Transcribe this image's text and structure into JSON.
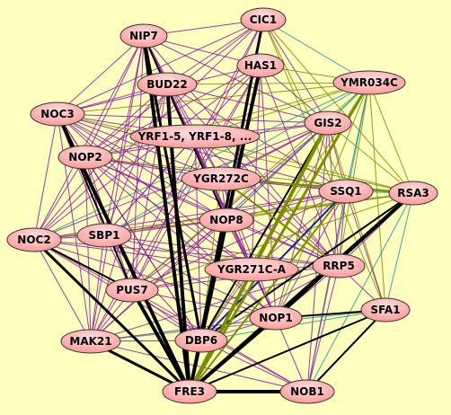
{
  "colors": {
    "background": "#ffffc0",
    "node_fill": "#ff9a9a",
    "node_highlight": "#ffe0e0",
    "edge_purple": "#8b1a9b",
    "edge_olive": "#7a8c00",
    "edge_teal": "#2a8f8f",
    "edge_black": "#000000",
    "edge_navy": "#1a1aa0"
  },
  "nodes": [
    {
      "id": "NIP7",
      "label": "NIP7"
    },
    {
      "id": "CIC1",
      "label": "CIC1"
    },
    {
      "id": "HAS1",
      "label": "HAS1"
    },
    {
      "id": "BUD22",
      "label": "BUD22"
    },
    {
      "id": "YMR034C",
      "label": "YMR034C"
    },
    {
      "id": "NOC3",
      "label": "NOC3"
    },
    {
      "id": "GIS2",
      "label": "GIS2"
    },
    {
      "id": "YRF1",
      "label": "YRF1-5, YRF1-8, ..."
    },
    {
      "id": "NOP2",
      "label": "NOP2"
    },
    {
      "id": "YGR272C",
      "label": "YGR272C"
    },
    {
      "id": "SSQ1",
      "label": "SSQ1"
    },
    {
      "id": "RSA3",
      "label": "RSA3"
    },
    {
      "id": "NOP8",
      "label": "NOP8"
    },
    {
      "id": "NOC2",
      "label": "NOC2"
    },
    {
      "id": "SBP1",
      "label": "SBP1"
    },
    {
      "id": "RRP5",
      "label": "RRP5"
    },
    {
      "id": "YGR271CA",
      "label": "YGR271C-A"
    },
    {
      "id": "PUS7",
      "label": "PUS7"
    },
    {
      "id": "SFA1",
      "label": "SFA1"
    },
    {
      "id": "NOP1",
      "label": "NOP1"
    },
    {
      "id": "MAK21",
      "label": "MAK21"
    },
    {
      "id": "DBP6",
      "label": "DBP6"
    },
    {
      "id": "FRE3",
      "label": "FRE3"
    },
    {
      "id": "NOB1",
      "label": "NOB1"
    }
  ],
  "edges": [
    [
      "NIP7",
      "FRE3",
      "black",
      4
    ],
    [
      "BUD22",
      "FRE3",
      "black",
      4
    ],
    [
      "HAS1",
      "FRE3",
      "black",
      4
    ],
    [
      "CIC1",
      "FRE3",
      "black",
      3
    ],
    [
      "NOC3",
      "FRE3",
      "black",
      4
    ],
    [
      "PUS7",
      "FRE3",
      "black",
      4
    ],
    [
      "NOC2",
      "FRE3",
      "black",
      3
    ],
    [
      "MAK21",
      "FRE3",
      "black",
      3
    ],
    [
      "DBP6",
      "FRE3",
      "black",
      2
    ],
    [
      "FRE3",
      "NOB1",
      "black",
      4
    ],
    [
      "FRE3",
      "NOP1",
      "black",
      3
    ],
    [
      "FRE3",
      "RSA3",
      "black",
      4
    ],
    [
      "FRE3",
      "SFA1",
      "black",
      2
    ],
    [
      "NIP7",
      "DBP6",
      "black",
      3
    ],
    [
      "HAS1",
      "DBP6",
      "black",
      3
    ],
    [
      "NOP1",
      "RSA3",
      "black",
      3
    ],
    [
      "NOP1",
      "SFA1",
      "black",
      2
    ],
    [
      "DBP6",
      "RSA3",
      "black",
      2
    ],
    [
      "NOC3",
      "PUS7",
      "black",
      2
    ],
    [
      "NOC2",
      "PUS7",
      "black",
      2
    ],
    [
      "NOB1",
      "SFA1",
      "black",
      2
    ],
    [
      "GIS2",
      "DBP6",
      "black",
      2
    ],
    [
      "HAS1",
      "NOP8",
      "black",
      2
    ],
    [
      "NIP7",
      "NOP8",
      "black",
      2
    ],
    [
      "DBP6",
      "SSQ1",
      "navy",
      2
    ],
    [
      "YMR034C",
      "FRE3",
      "olive",
      3
    ],
    [
      "GIS2",
      "FRE3",
      "olive",
      4
    ],
    [
      "RSA3",
      "YGR272C",
      "olive",
      2
    ],
    [
      "RRP5",
      "YGR272C",
      "olive",
      2
    ],
    [
      "SSQ1",
      "FRE3",
      "olive",
      2
    ],
    [
      "NIP7",
      "CIC1",
      "purple",
      1
    ],
    [
      "NIP7",
      "HAS1",
      "purple",
      1
    ],
    [
      "NIP7",
      "BUD22",
      "purple",
      1
    ],
    [
      "NIP7",
      "NOC3",
      "purple",
      1
    ],
    [
      "NIP7",
      "NOP2",
      "purple",
      1
    ],
    [
      "NIP7",
      "YRF1",
      "purple",
      1
    ],
    [
      "NIP7",
      "YGR272C",
      "purple",
      1
    ],
    [
      "NIP7",
      "NOC2",
      "purple",
      1
    ],
    [
      "NIP7",
      "SBP1",
      "purple",
      1
    ],
    [
      "NIP7",
      "PUS7",
      "purple",
      1
    ],
    [
      "NIP7",
      "MAK21",
      "purple",
      1
    ],
    [
      "NIP7",
      "GIS2",
      "purple",
      1
    ],
    [
      "NIP7",
      "YGR271CA",
      "purple",
      1
    ],
    [
      "NIP7",
      "NOP1",
      "purple",
      1
    ],
    [
      "NIP7",
      "RRP5",
      "purple",
      1
    ],
    [
      "CIC1",
      "BUD22",
      "purple",
      1
    ],
    [
      "CIC1",
      "NOC3",
      "purple",
      1
    ],
    [
      "CIC1",
      "YMR034C",
      "teal",
      1
    ],
    [
      "CIC1",
      "NOP2",
      "purple",
      1
    ],
    [
      "CIC1",
      "NOP8",
      "purple",
      1
    ],
    [
      "CIC1",
      "SSQ1",
      "olive",
      1
    ],
    [
      "CIC1",
      "RSA3",
      "olive",
      1
    ],
    [
      "CIC1",
      "PUS7",
      "purple",
      1
    ],
    [
      "CIC1",
      "MAK21",
      "purple",
      1
    ],
    [
      "CIC1",
      "NOC2",
      "purple",
      1
    ],
    [
      "CIC1",
      "GIS2",
      "purple",
      1
    ],
    [
      "CIC1",
      "SFA1",
      "olive",
      1
    ],
    [
      "HAS1",
      "NOC3",
      "purple",
      1
    ],
    [
      "HAS1",
      "NOP2",
      "purple",
      1
    ],
    [
      "HAS1",
      "SBP1",
      "purple",
      1
    ],
    [
      "HAS1",
      "NOC2",
      "purple",
      1
    ],
    [
      "HAS1",
      "YMR034C",
      "olive",
      1
    ],
    [
      "HAS1",
      "GIS2",
      "purple",
      1
    ],
    [
      "HAS1",
      "RRP5",
      "purple",
      1
    ],
    [
      "HAS1",
      "NOP1",
      "purple",
      1
    ],
    [
      "HAS1",
      "YGR271CA",
      "purple",
      1
    ],
    [
      "HAS1",
      "MAK21",
      "purple",
      1
    ],
    [
      "HAS1",
      "PUS7",
      "purple",
      1
    ],
    [
      "BUD22",
      "NOC3",
      "purple",
      1
    ],
    [
      "BUD22",
      "NOP2",
      "purple",
      1
    ],
    [
      "BUD22",
      "NOC2",
      "purple",
      1
    ],
    [
      "BUD22",
      "SBP1",
      "purple",
      1
    ],
    [
      "BUD22",
      "GIS2",
      "purple",
      1
    ],
    [
      "BUD22",
      "RRP5",
      "purple",
      1
    ],
    [
      "BUD22",
      "NOP1",
      "purple",
      1
    ],
    [
      "BUD22",
      "MAK21",
      "purple",
      1
    ],
    [
      "BUD22",
      "PUS7",
      "purple",
      1
    ],
    [
      "BUD22",
      "YGR271CA",
      "purple",
      1
    ],
    [
      "BUD22",
      "NOP8",
      "purple",
      1
    ],
    [
      "BUD22",
      "YMR034C",
      "olive",
      1
    ],
    [
      "BUD22",
      "SSQ1",
      "purple",
      1
    ],
    [
      "NOC3",
      "NOP2",
      "purple",
      1
    ],
    [
      "NOC3",
      "NOC2",
      "purple",
      1
    ],
    [
      "NOC3",
      "SBP1",
      "purple",
      1
    ],
    [
      "NOC3",
      "MAK21",
      "purple",
      1
    ],
    [
      "NOC3",
      "GIS2",
      "purple",
      1
    ],
    [
      "NOC3",
      "NOP8",
      "purple",
      1
    ],
    [
      "NOC3",
      "YGR271CA",
      "purple",
      1
    ],
    [
      "NOC3",
      "NOP1",
      "purple",
      1
    ],
    [
      "NOC3",
      "RRP5",
      "purple",
      1
    ],
    [
      "NOC3",
      "SSQ1",
      "purple",
      1
    ],
    [
      "NOC3",
      "DBP6",
      "purple",
      1
    ],
    [
      "NOC3",
      "YGR272C",
      "purple",
      1
    ],
    [
      "NOP2",
      "NOC2",
      "purple",
      1
    ],
    [
      "NOP2",
      "SBP1",
      "purple",
      1
    ],
    [
      "NOP2",
      "PUS7",
      "purple",
      1
    ],
    [
      "NOP2",
      "MAK21",
      "purple",
      1
    ],
    [
      "NOP2",
      "GIS2",
      "purple",
      1
    ],
    [
      "NOP2",
      "NOP8",
      "purple",
      1
    ],
    [
      "NOP2",
      "RRP5",
      "purple",
      1
    ],
    [
      "NOP2",
      "NOP1",
      "purple",
      1
    ],
    [
      "NOP2",
      "DBP6",
      "purple",
      1
    ],
    [
      "NOP2",
      "SSQ1",
      "purple",
      1
    ],
    [
      "NOP2",
      "YGR272C",
      "purple",
      1
    ],
    [
      "NOP2",
      "YGR271CA",
      "purple",
      1
    ],
    [
      "NOC2",
      "SBP1",
      "purple",
      1
    ],
    [
      "NOC2",
      "MAK21",
      "purple",
      1
    ],
    [
      "NOC2",
      "NOP8",
      "purple",
      1
    ],
    [
      "NOC2",
      "NOP1",
      "purple",
      1
    ],
    [
      "NOC2",
      "RRP5",
      "purple",
      1
    ],
    [
      "NOC2",
      "DBP6",
      "purple",
      1
    ],
    [
      "NOC2",
      "GIS2",
      "purple",
      1
    ],
    [
      "NOC2",
      "YGR271CA",
      "purple",
      1
    ],
    [
      "NOC2",
      "SSQ1",
      "purple",
      1
    ],
    [
      "SBP1",
      "PUS7",
      "purple",
      1
    ],
    [
      "SBP1",
      "MAK21",
      "purple",
      1
    ],
    [
      "SBP1",
      "NOP8",
      "purple",
      1
    ],
    [
      "SBP1",
      "GIS2",
      "purple",
      1
    ],
    [
      "SBP1",
      "RRP5",
      "purple",
      1
    ],
    [
      "SBP1",
      "NOP1",
      "purple",
      1
    ],
    [
      "SBP1",
      "DBP6",
      "purple",
      1
    ],
    [
      "SBP1",
      "SSQ1",
      "purple",
      1
    ],
    [
      "SBP1",
      "YGR271CA",
      "purple",
      1
    ],
    [
      "PUS7",
      "MAK21",
      "purple",
      1
    ],
    [
      "PUS7",
      "NOP8",
      "purple",
      1
    ],
    [
      "PUS7",
      "GIS2",
      "purple",
      1
    ],
    [
      "PUS7",
      "RRP5",
      "purple",
      1
    ],
    [
      "PUS7",
      "NOP1",
      "purple",
      1
    ],
    [
      "PUS7",
      "DBP6",
      "purple",
      1
    ],
    [
      "PUS7",
      "SSQ1",
      "purple",
      1
    ],
    [
      "PUS7",
      "YGR271CA",
      "purple",
      1
    ],
    [
      "PUS7",
      "NOB1",
      "purple",
      1
    ],
    [
      "MAK21",
      "NOP8",
      "purple",
      1
    ],
    [
      "MAK21",
      "NOP1",
      "purple",
      1
    ],
    [
      "MAK21",
      "DBP6",
      "purple",
      1
    ],
    [
      "MAK21",
      "RRP5",
      "purple",
      1
    ],
    [
      "MAK21",
      "GIS2",
      "purple",
      1
    ],
    [
      "MAK21",
      "NOB1",
      "purple",
      1
    ],
    [
      "GIS2",
      "RRP5",
      "purple",
      1
    ],
    [
      "GIS2",
      "NOP1",
      "purple",
      1
    ],
    [
      "GIS2",
      "SSQ1",
      "purple",
      1
    ],
    [
      "GIS2",
      "NOP8",
      "purple",
      1
    ],
    [
      "GIS2",
      "YGR272C",
      "purple",
      1
    ],
    [
      "GIS2",
      "RSA3",
      "olive",
      1
    ],
    [
      "GIS2",
      "SFA1",
      "olive",
      1
    ],
    [
      "GIS2",
      "YMR034C",
      "teal",
      1
    ],
    [
      "GIS2",
      "YRF1",
      "purple",
      1
    ],
    [
      "GIS2",
      "NOB1",
      "purple",
      1
    ],
    [
      "YMR034C",
      "RSA3",
      "olive",
      1
    ],
    [
      "YMR034C",
      "SSQ1",
      "teal",
      1
    ],
    [
      "YMR034C",
      "SFA1",
      "olive",
      1
    ],
    [
      "YMR034C",
      "NOP8",
      "teal",
      1
    ],
    [
      "YMR034C",
      "YRF1",
      "olive",
      1
    ],
    [
      "YMR034C",
      "NOP2",
      "olive",
      1
    ],
    [
      "YMR034C",
      "NOC3",
      "olive",
      1
    ],
    [
      "YMR034C",
      "SBP1",
      "teal",
      1
    ],
    [
      "YMR034C",
      "NOC2",
      "teal",
      1
    ],
    [
      "YMR034C",
      "RRP5",
      "olive",
      1
    ],
    [
      "YMR034C",
      "NOB1",
      "teal",
      1
    ],
    [
      "YMR034C",
      "DBP6",
      "olive",
      1
    ],
    [
      "YMR034C",
      "PUS7",
      "olive",
      1
    ],
    [
      "YMR034C",
      "NOP1",
      "olive",
      1
    ],
    [
      "SSQ1",
      "RSA3",
      "teal",
      1
    ],
    [
      "SSQ1",
      "SFA1",
      "purple",
      1
    ],
    [
      "SSQ1",
      "RRP5",
      "purple",
      1
    ],
    [
      "SSQ1",
      "NOP1",
      "purple",
      1
    ],
    [
      "SSQ1",
      "NOP8",
      "purple",
      1
    ],
    [
      "SSQ1",
      "YGR272C",
      "purple",
      1
    ],
    [
      "SSQ1",
      "YGR271CA",
      "purple",
      1
    ],
    [
      "SSQ1",
      "NOB1",
      "purple",
      1
    ],
    [
      "RSA3",
      "SFA1",
      "teal",
      1
    ],
    [
      "RSA3",
      "RRP5",
      "purple",
      1
    ],
    [
      "RSA3",
      "NOB1",
      "teal",
      1
    ],
    [
      "RSA3",
      "NOP8",
      "olive",
      1
    ],
    [
      "RSA3",
      "NOC2",
      "olive",
      1
    ],
    [
      "RSA3",
      "SBP1",
      "olive",
      1
    ],
    [
      "RSA3",
      "YRF1",
      "olive",
      1
    ],
    [
      "RSA3",
      "NOP2",
      "olive",
      1
    ],
    [
      "RSA3",
      "NOC3",
      "olive",
      1
    ],
    [
      "RSA3",
      "PUS7",
      "olive",
      1
    ],
    [
      "RRP5",
      "NOP1",
      "purple",
      1
    ],
    [
      "RRP5",
      "SFA1",
      "purple",
      1
    ],
    [
      "RRP5",
      "NOP8",
      "purple",
      1
    ],
    [
      "RRP5",
      "YGR271CA",
      "purple",
      1
    ],
    [
      "RRP5",
      "DBP6",
      "purple",
      1
    ],
    [
      "RRP5",
      "NOB1",
      "purple",
      1
    ],
    [
      "NOP1",
      "DBP6",
      "purple",
      1
    ],
    [
      "NOP1",
      "NOB1",
      "purple",
      1
    ],
    [
      "NOP1",
      "YGR271CA",
      "purple",
      1
    ],
    [
      "NOP1",
      "NOP8",
      "purple",
      1
    ],
    [
      "SFA1",
      "DBP6",
      "teal",
      1
    ],
    [
      "SFA1",
      "NOB1",
      "purple",
      1
    ],
    [
      "NOP8",
      "DBP6",
      "purple",
      1
    ],
    [
      "NOP8",
      "YGR271CA",
      "purple",
      1
    ],
    [
      "NOP8",
      "YGR272C",
      "purple",
      1
    ],
    [
      "NOP8",
      "YRF1",
      "purple",
      1
    ],
    [
      "YRF1",
      "NOC3",
      "purple",
      1
    ],
    [
      "YRF1",
      "NOP2",
      "purple",
      1
    ],
    [
      "YRF1",
      "SBP1",
      "purple",
      1
    ],
    [
      "YRF1",
      "YGR272C",
      "purple",
      1
    ],
    [
      "YRF1",
      "DBP6",
      "purple",
      1
    ],
    [
      "YRF1",
      "RRP5",
      "purple",
      1
    ],
    [
      "YGR272C",
      "DBP6",
      "olive",
      1
    ],
    [
      "YGR272C",
      "NOP1",
      "purple",
      1
    ],
    [
      "YGR272C",
      "YGR271CA",
      "purple",
      1
    ],
    [
      "YGR271CA",
      "DBP6",
      "purple",
      1
    ],
    [
      "DBP6",
      "NOB1",
      "purple",
      1
    ],
    [
      "MAK21",
      "SFA1",
      "teal",
      1
    ],
    [
      "NOC2",
      "NOB1",
      "purple",
      1
    ]
  ]
}
